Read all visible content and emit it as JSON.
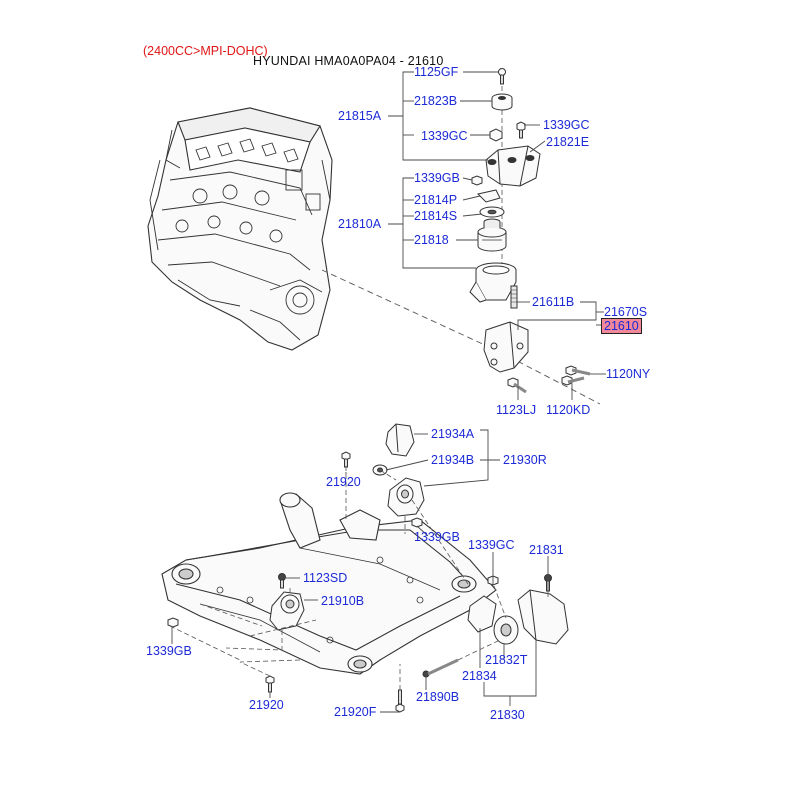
{
  "header": {
    "variant": "(2400CC>MPI-DOHC)",
    "title": "HYUNDAI HMA0A0PA04 - 21610"
  },
  "colors": {
    "label": "#1c2bd6",
    "variant": "#e01616",
    "highlight": "#f2879a",
    "leader": "#4a4a4a",
    "part_stroke": "#333333"
  },
  "labels": {
    "l_1125GF": "1125GF",
    "l_21823B": "21823B",
    "l_21815A": "21815A",
    "l_1339GC_top": "1339GC",
    "l_1339GC_top2": "1339GC",
    "l_21821E": "21821E",
    "l_1339GB_top": "1339GB",
    "l_21814P": "21814P",
    "l_21810A": "21810A",
    "l_21814S": "21814S",
    "l_21818": "21818",
    "l_21611B": "21611B",
    "l_21670S": "21670S",
    "l_21610": "21610",
    "l_1120NY": "1120NY",
    "l_1123LJ": "1123LJ",
    "l_1120KD": "1120KD",
    "l_21934A": "21934A",
    "l_21934B": "21934B",
    "l_21930R": "21930R",
    "l_21920_a": "21920",
    "l_1339GB_mid": "1339GB",
    "l_1339GC_mid": "1339GC",
    "l_21831": "21831",
    "l_1123SD": "1123SD",
    "l_21910B": "21910B",
    "l_1339GB_low": "1339GB",
    "l_21832T": "21832T",
    "l_21834": "21834",
    "l_21920_b": "21920",
    "l_21890B": "21890B",
    "l_21830": "21830",
    "l_21920F": "21920F"
  }
}
